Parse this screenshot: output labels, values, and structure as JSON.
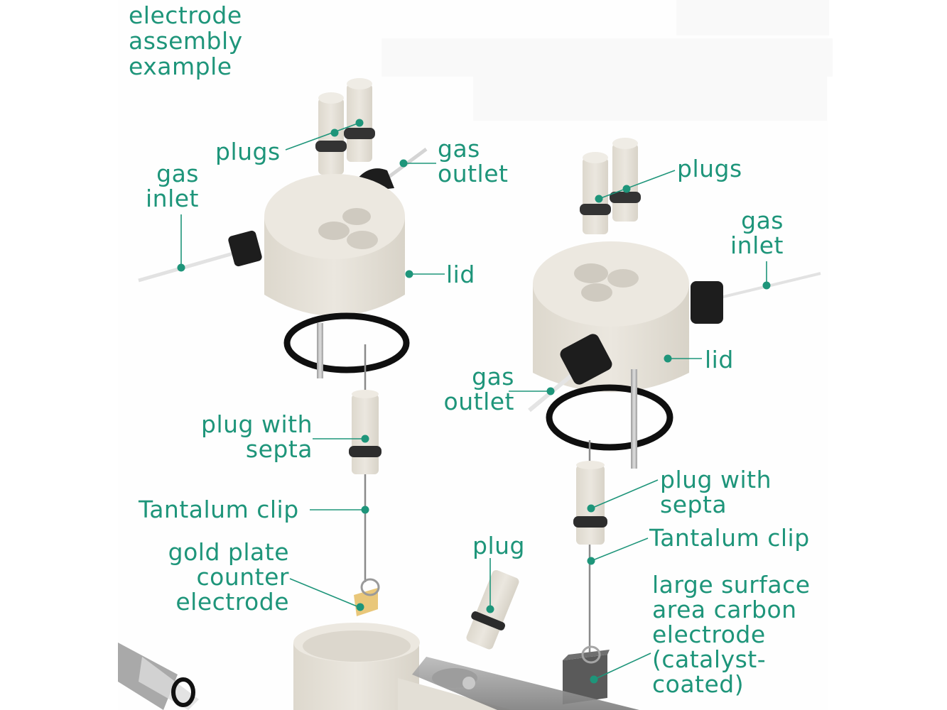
{
  "title": "electrode\nassembly\nexample",
  "accent_color": "#1e957a",
  "left_assembly": {
    "labels": {
      "plugs": "plugs",
      "gas_inlet": "gas\ninlet",
      "gas_outlet": "gas\noutlet",
      "lid": "lid",
      "plug_with_septa": "plug with\nsepta",
      "tantalum_clip": "Tantalum clip",
      "counter_electrode": "gold plate\ncounter\nelectrode"
    }
  },
  "right_assembly": {
    "labels": {
      "plugs": "plugs",
      "gas_inlet": "gas\ninlet",
      "gas_outlet": "gas\noutlet",
      "lid": "lid",
      "plug_with_septa": "plug with\nsepta",
      "tantalum_clip": "Tantalum clip",
      "working_electrode": "large surface\narea carbon\nelectrode\n(catalyst-\ncoated)"
    }
  },
  "loose_part": {
    "plug": "plug"
  },
  "colors": {
    "peek_body": "#e9e5dc",
    "peek_shadow": "#d6d1c6",
    "oring": "#141414",
    "fitting": "#1d1d1d",
    "gold": "#e9c77a",
    "carbon": "#5a5a5a",
    "leader": "#1e957a"
  }
}
